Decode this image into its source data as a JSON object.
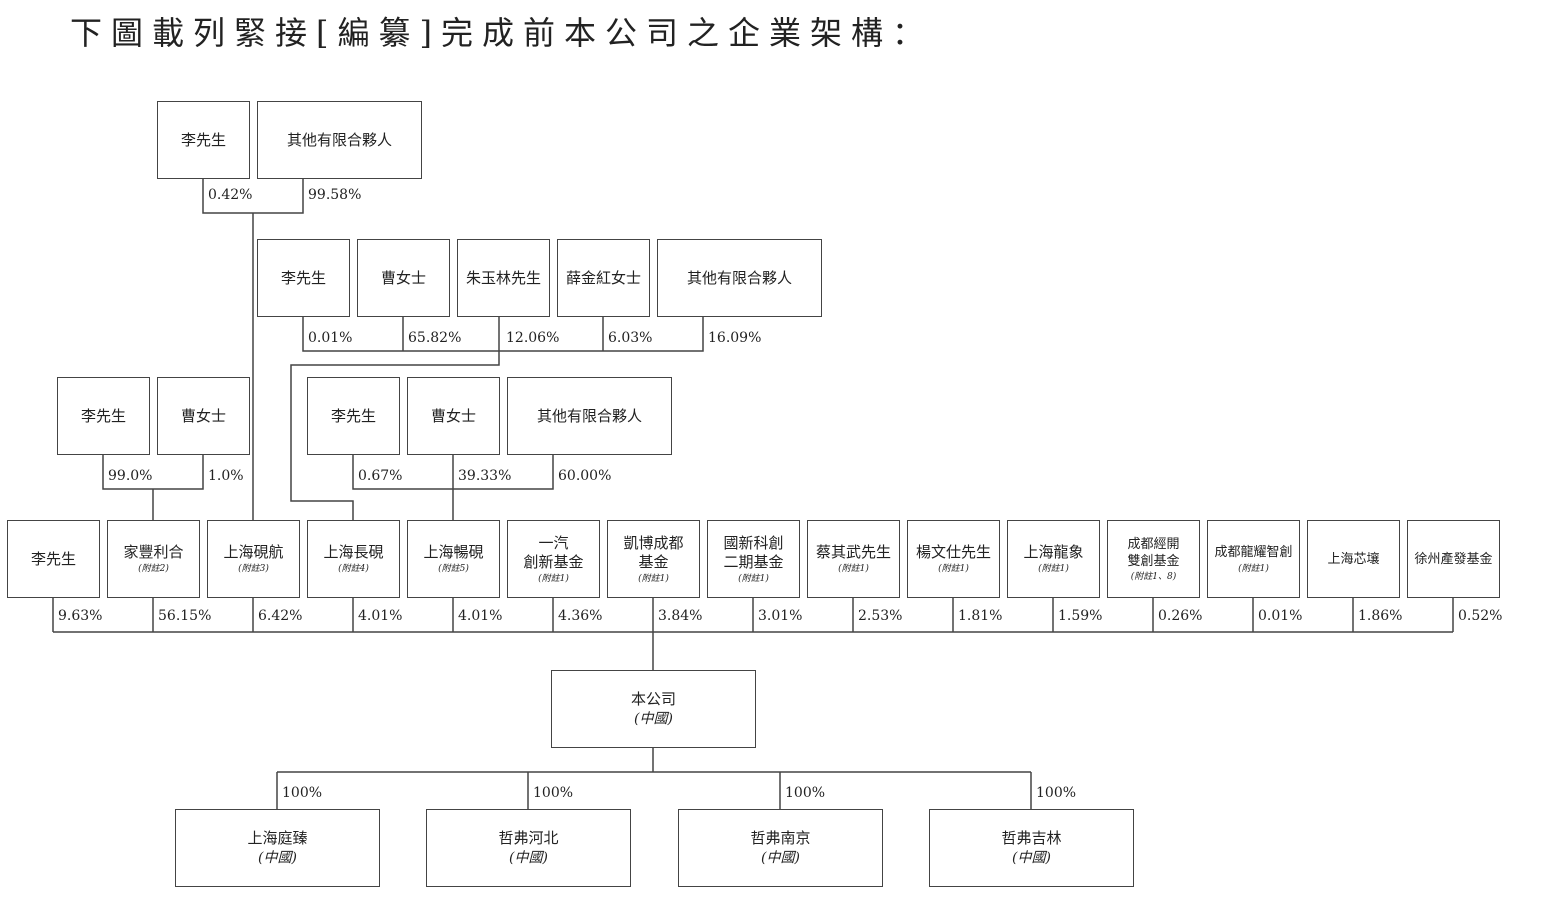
{
  "title": "下圖載列緊接[編纂]完成前本公司之企業架構：",
  "level1": {
    "li": {
      "name": "李先生",
      "pct": "0.42%"
    },
    "other": {
      "name": "其他有限合夥人",
      "pct": "99.58%"
    }
  },
  "level2": {
    "li": {
      "name": "李先生",
      "pct": "0.01%"
    },
    "cao": {
      "name": "曹女士",
      "pct": "65.82%"
    },
    "zhu": {
      "name": "朱玉林先生",
      "pct": "12.06%"
    },
    "xue": {
      "name": "薛金紅女士",
      "pct": "6.03%"
    },
    "other": {
      "name": "其他有限合夥人",
      "pct": "16.09%"
    }
  },
  "level3a": {
    "li": {
      "name": "李先生",
      "pct": "99.0%"
    },
    "cao": {
      "name": "曹女士",
      "pct": "1.0%"
    }
  },
  "level3b": {
    "li": {
      "name": "李先生",
      "pct": "0.67%"
    },
    "cao": {
      "name": "曹女士",
      "pct": "39.33%"
    },
    "other": {
      "name": "其他有限合夥人",
      "pct": "60.00%"
    }
  },
  "shareholders": [
    {
      "name": "李先生",
      "note": "",
      "pct": "9.63%"
    },
    {
      "name": "家豐利合",
      "note": "(附註2)",
      "pct": "56.15%"
    },
    {
      "name": "上海硯航",
      "note": "(附註3)",
      "pct": "6.42%"
    },
    {
      "name": "上海長硯",
      "note": "(附註4)",
      "pct": "4.01%"
    },
    {
      "name": "上海暢硯",
      "note": "(附註5)",
      "pct": "4.01%"
    },
    {
      "name": "一汽\n創新基金",
      "note": "(附註1)",
      "pct": "4.36%"
    },
    {
      "name": "凱博成都\n基金",
      "note": "(附註1)",
      "pct": "3.84%"
    },
    {
      "name": "國新科創\n二期基金",
      "note": "(附註1)",
      "pct": "3.01%"
    },
    {
      "name": "蔡其武先生",
      "note": "(附註1)",
      "pct": "2.53%"
    },
    {
      "name": "楊文仕先生",
      "note": "(附註1)",
      "pct": "1.81%"
    },
    {
      "name": "上海龍象",
      "note": "(附註1)",
      "pct": "1.59%"
    },
    {
      "name": "成都經開\n雙創基金",
      "note": "(附註1、8)",
      "pct": "0.26%"
    },
    {
      "name": "成都龍耀智創",
      "note": "(附註1)",
      "pct": "0.01%"
    },
    {
      "name": "上海芯壤",
      "note": "",
      "pct": "1.86%"
    },
    {
      "name": "徐州產發基金",
      "note": "",
      "pct": "0.52%"
    }
  ],
  "company": {
    "name": "本公司",
    "sub": "(中國)"
  },
  "subsidiaries": [
    {
      "name": "上海庭臻",
      "sub": "(中國)",
      "pct": "100%"
    },
    {
      "name": "哲弗河北",
      "sub": "(中國)",
      "pct": "100%"
    },
    {
      "name": "哲弗南京",
      "sub": "(中國)",
      "pct": "100%"
    },
    {
      "name": "哲弗吉林",
      "sub": "(中國)",
      "pct": "100%"
    }
  ]
}
